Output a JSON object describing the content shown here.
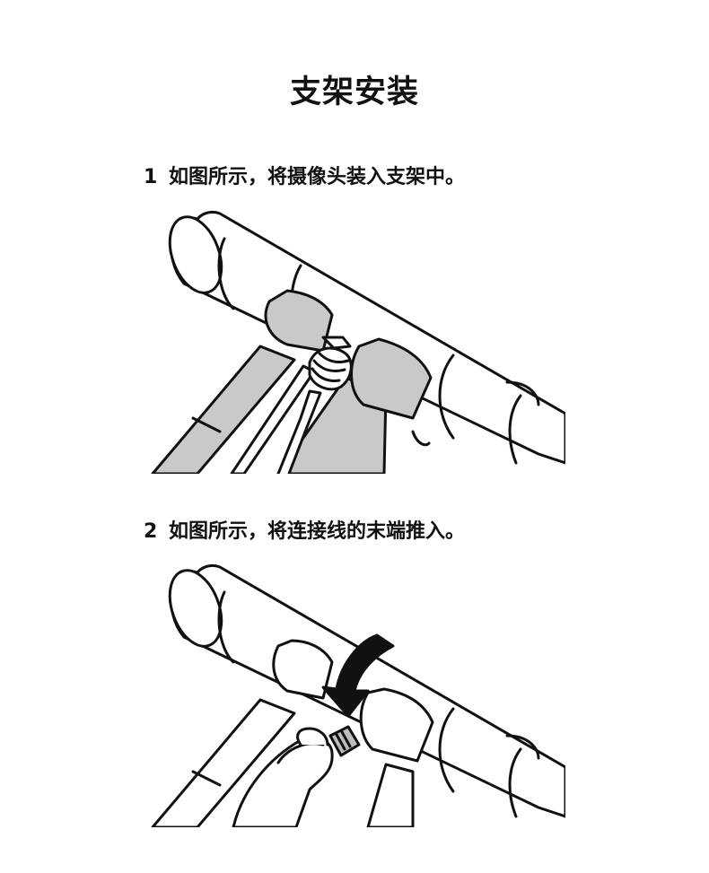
{
  "title": "支架安装",
  "steps": [
    {
      "number": "1",
      "text": "如图所示，将摄像头装入支架中。",
      "illustration": "camera-into-mount"
    },
    {
      "number": "2",
      "text": "如图所示，将连接线的末端推入。",
      "illustration": "push-cable-end"
    }
  ]
}
